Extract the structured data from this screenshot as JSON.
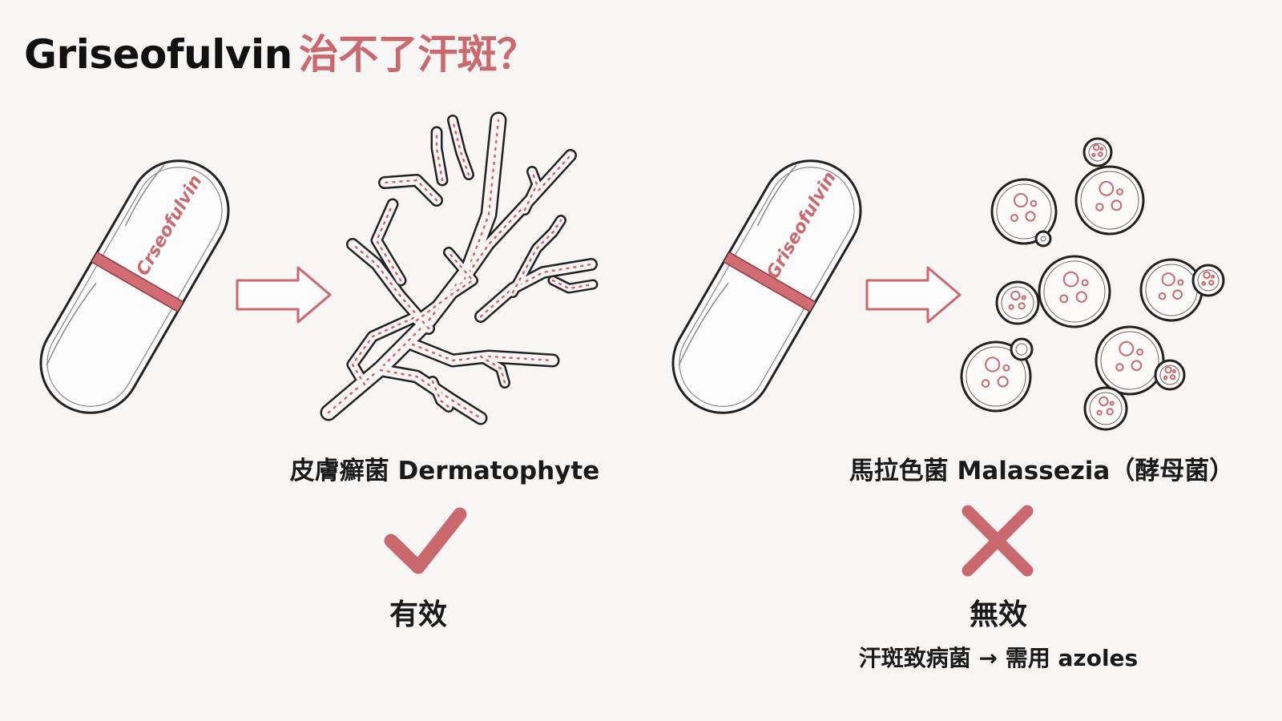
{
  "title": {
    "drug": "Griseofulvin",
    "question": "治不了汗斑？"
  },
  "panels": [
    {
      "capsule_text": "Crseofulvin",
      "organism_label": "皮膚癬菌 Dermatophyte",
      "verdict_symbol": "check",
      "verdict_label": "有效"
    },
    {
      "capsule_text": "Griseofulvin",
      "organism_label": "馬拉色菌 Malassezia（酵母菌）",
      "verdict_symbol": "cross",
      "verdict_label": "無效",
      "note": "汗斑致病菌 → 需用 azoles"
    }
  ],
  "colors": {
    "accent": "#c9686d",
    "ink": "#1a1a1a",
    "background": "#f7f6f5"
  }
}
